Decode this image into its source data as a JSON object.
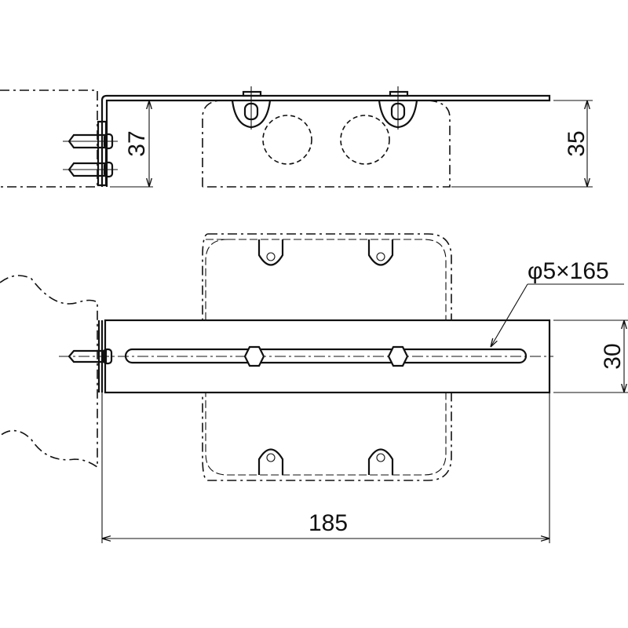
{
  "drawing": {
    "dimensions": {
      "side_height": "37",
      "box_depth": "35",
      "slot": "φ5×165",
      "width": "30",
      "length": "185"
    },
    "line_color": "#111111"
  }
}
